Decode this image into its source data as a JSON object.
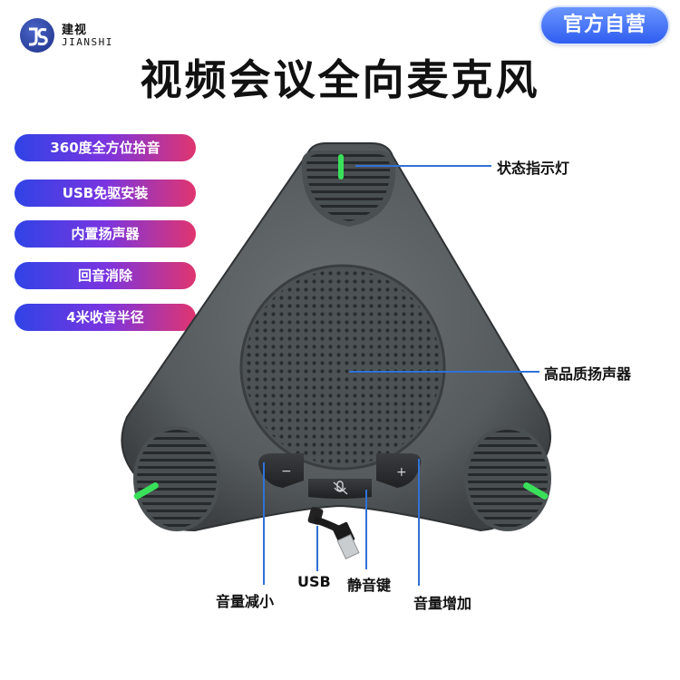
{
  "brand": {
    "name_cn": "建视",
    "name_en": "JIANSHI"
  },
  "badge": "官方自营",
  "title": "视频会议全向麦克风",
  "features": [
    "360度全方位拾音",
    "USB免驱安装",
    "内置扬声器",
    "回音消除",
    "4米收音半径"
  ],
  "callouts": {
    "indicator": "状态指示灯",
    "speaker": "高品质扬声器",
    "volume_down": "音量减小",
    "usb": "USB",
    "mute": "静音键",
    "volume_up": "音量增加"
  },
  "buttons": {
    "minus": "−",
    "plus": "+"
  },
  "colors": {
    "accent": "#2f72d8",
    "device_body": "#5d6265",
    "indicator_led": "#39e05a"
  }
}
